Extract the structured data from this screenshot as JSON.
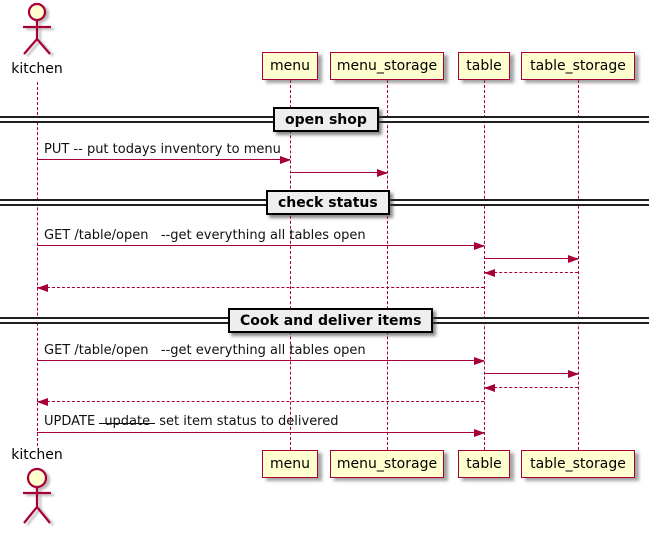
{
  "diagram_type": "uml-sequence",
  "actor": {
    "name": "kitchen"
  },
  "participants": [
    {
      "name": "menu"
    },
    {
      "name": "menu_storage"
    },
    {
      "name": "table"
    },
    {
      "name": "table_storage"
    }
  ],
  "dividers": [
    {
      "label": "open shop"
    },
    {
      "label": "check status"
    },
    {
      "label": "Cook and deliver items"
    }
  ],
  "messages": [
    {
      "from": "kitchen",
      "to": "menu",
      "style": "solid",
      "label": "PUT -- put todays inventory to menu"
    },
    {
      "from": "menu",
      "to": "menu_storage",
      "style": "solid",
      "label": ""
    },
    {
      "from": "kitchen",
      "to": "table",
      "style": "solid",
      "label": "GET /table/open   --get everything all tables open"
    },
    {
      "from": "table",
      "to": "table_storage",
      "style": "solid",
      "label": ""
    },
    {
      "from": "table_storage",
      "to": "table",
      "style": "dashed",
      "label": ""
    },
    {
      "from": "table",
      "to": "kitchen",
      "style": "dashed",
      "label": ""
    },
    {
      "from": "kitchen",
      "to": "table",
      "style": "solid",
      "label": "GET /table/open   --get everything all tables open"
    },
    {
      "from": "table",
      "to": "table_storage",
      "style": "solid",
      "label": ""
    },
    {
      "from": "table_storage",
      "to": "table",
      "style": "dashed",
      "label": ""
    },
    {
      "from": "table",
      "to": "kitchen",
      "style": "dashed",
      "label": ""
    },
    {
      "from": "kitchen",
      "to": "table",
      "style": "solid",
      "label_parts": {
        "prefix": "UPDATE ",
        "struck": "update",
        "suffix": " set item status to delivered"
      }
    }
  ],
  "colors": {
    "participant_fill": "#FEFECE",
    "participant_border": "#A80036",
    "arrow": "#A80036",
    "lifeline": "#A80036",
    "divider_fill": "#EEEEEE",
    "divider_border": "#000000",
    "text": "#000000"
  }
}
